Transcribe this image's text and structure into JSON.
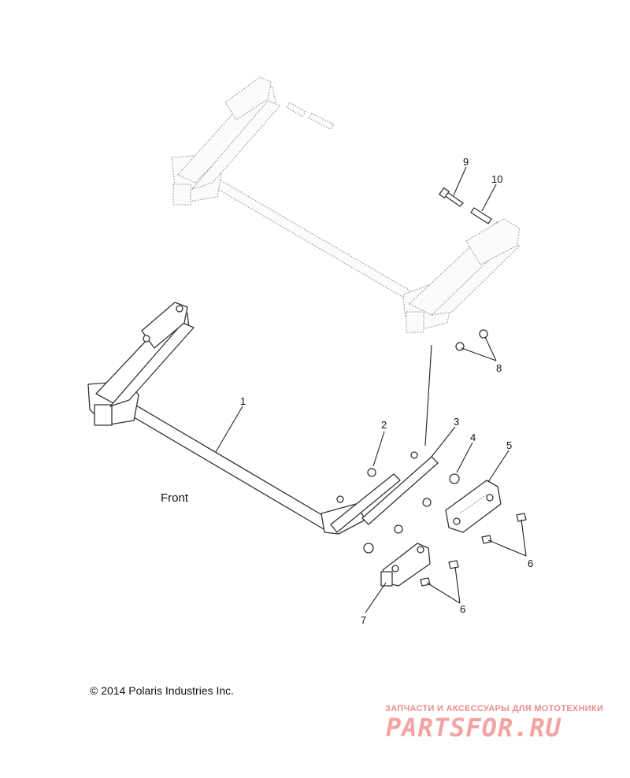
{
  "callouts": {
    "c1": "1",
    "c2": "2",
    "c3": "3",
    "c4": "4",
    "c5": "5",
    "c6a": "6",
    "c6b": "6",
    "c7": "7",
    "c8": "8",
    "c9": "9",
    "c10": "10"
  },
  "front_label": "Front",
  "copyright": "© 2014 Polaris Industries Inc.",
  "watermark": {
    "tagline": "ЗАПЧАСТИ И АКСЕССУАРЫ ДЛЯ МОТОТЕХНИКИ",
    "logo": "PARTSFOR.RU",
    "color": "#ea8d8d"
  }
}
